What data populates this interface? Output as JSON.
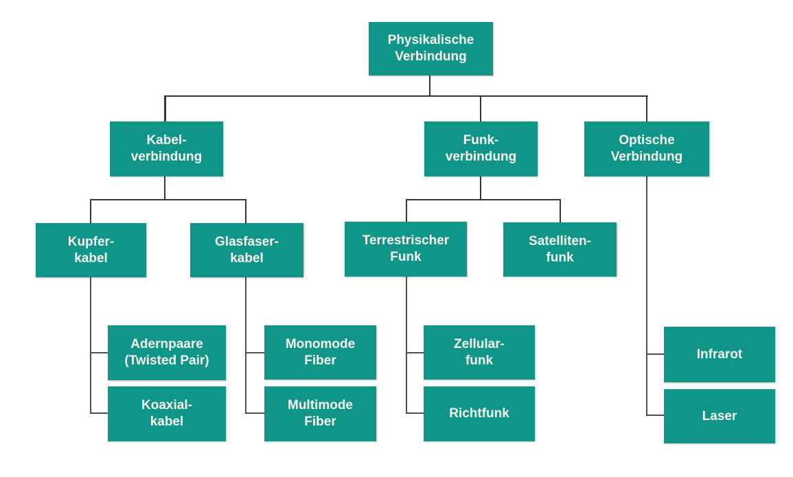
{
  "diagram_type": "hierarchy-tree",
  "colors": {
    "node_fill": "#0F9689",
    "node_text": "#F8F5EE",
    "connector": "#3A3A3A",
    "background": "#FFFFFF"
  },
  "nodes": {
    "physikalische_verbindung": {
      "label": "Physikalische\nVerbindung"
    },
    "kabelverbindung": {
      "label": "Kabel-\nverbindung"
    },
    "funkverbindung": {
      "label": "Funk-\nverbindung"
    },
    "optische_verbindung": {
      "label": "Optische\nVerbindung"
    },
    "kupferkabel": {
      "label": "Kupfer-\nkabel"
    },
    "glasfaserkabel": {
      "label": "Glasfaser-\nkabel"
    },
    "terrestrischer_funk": {
      "label": "Terrestrischer\nFunk"
    },
    "satellitenfunk": {
      "label": "Satelliten-\nfunk"
    },
    "adernpaare": {
      "label": "Adernpaare\n(Twisted Pair)"
    },
    "koaxialkabel": {
      "label": "Koaxial-\nkabel"
    },
    "monomode_fiber": {
      "label": "Monomode\nFiber"
    },
    "multimode_fiber": {
      "label": "Multimode\nFiber"
    },
    "zellularfunk": {
      "label": "Zellular-\nfunk"
    },
    "richtfunk": {
      "label": "Richtfunk"
    },
    "infrarot": {
      "label": "Infrarot"
    },
    "laser": {
      "label": "Laser"
    }
  },
  "hierarchy": {
    "physikalische_verbindung": [
      "kabelverbindung",
      "funkverbindung",
      "optische_verbindung"
    ],
    "kabelverbindung": [
      "kupferkabel",
      "glasfaserkabel"
    ],
    "funkverbindung": [
      "terrestrischer_funk",
      "satellitenfunk"
    ],
    "optische_verbindung": [
      "infrarot",
      "laser"
    ],
    "kupferkabel": [
      "adernpaare",
      "koaxialkabel"
    ],
    "glasfaserkabel": [
      "monomode_fiber",
      "multimode_fiber"
    ],
    "terrestrischer_funk": [
      "zellularfunk",
      "richtfunk"
    ],
    "satellitenfunk": []
  }
}
